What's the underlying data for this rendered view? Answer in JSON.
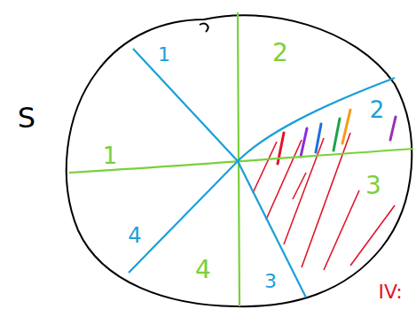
{
  "diagram": {
    "labels": [
      "S",
      "1",
      "2",
      "1",
      "2",
      "3",
      "4",
      "4",
      "3",
      "IV:"
    ]
  }
}
